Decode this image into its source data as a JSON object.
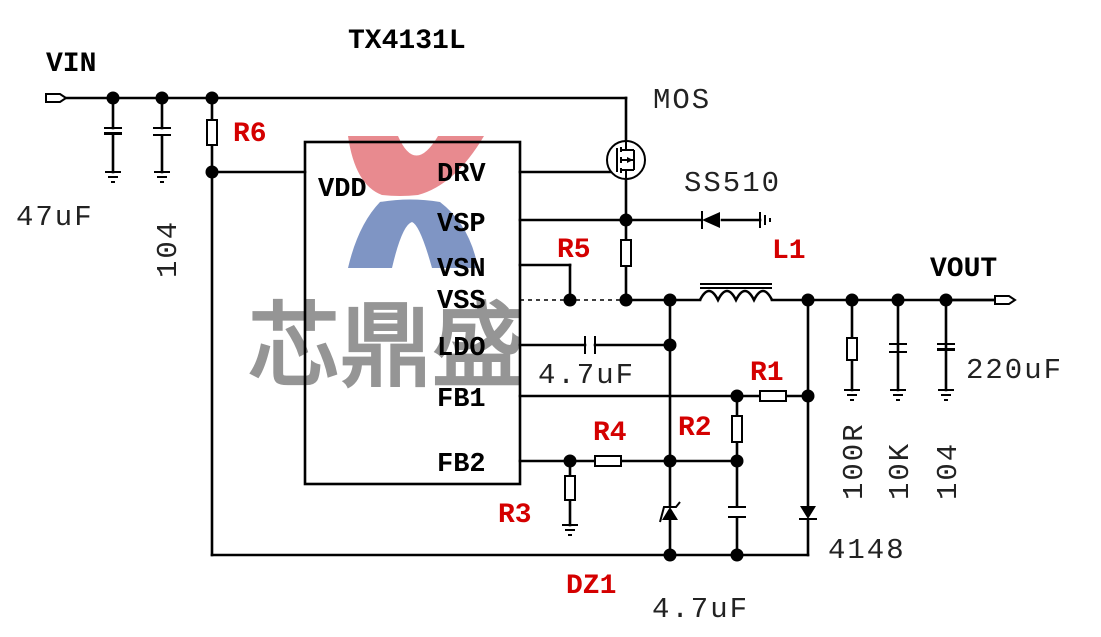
{
  "chip_title": "TX4131L",
  "watermark": {
    "text": "芯鼎盛",
    "colors": {
      "red": "#e88a8f",
      "blue": "#7f95c4",
      "gray": "#8a8a8a"
    }
  },
  "pins": {
    "vdd": "VDD",
    "drv": "DRV",
    "vsp": "VSP",
    "vsn": "VSN",
    "vss": "VSS",
    "ldo": "LDO",
    "fb1": "FB1",
    "fb2": "FB2"
  },
  "nets": {
    "vin": "VIN",
    "vout": "VOUT"
  },
  "refdes": {
    "r6": "R6",
    "r5": "R5",
    "l1": "L1",
    "r1": "R1",
    "r2": "R2",
    "r4": "R4",
    "r3": "R3",
    "dz1": "DZ1"
  },
  "values": {
    "mos": "MOS",
    "diode": "SS510",
    "cin_bulk": "47uF",
    "cin_cer": "104",
    "ldo_cap": "4.7uF",
    "fb_cap": "4.7uF",
    "diode_4148": "4148",
    "load_r1": "100R",
    "load_r2": "10K",
    "cout_cer": "104",
    "cout_bulk": "220uF"
  },
  "colors": {
    "refdes": "#d40000",
    "wire": "#000000"
  }
}
